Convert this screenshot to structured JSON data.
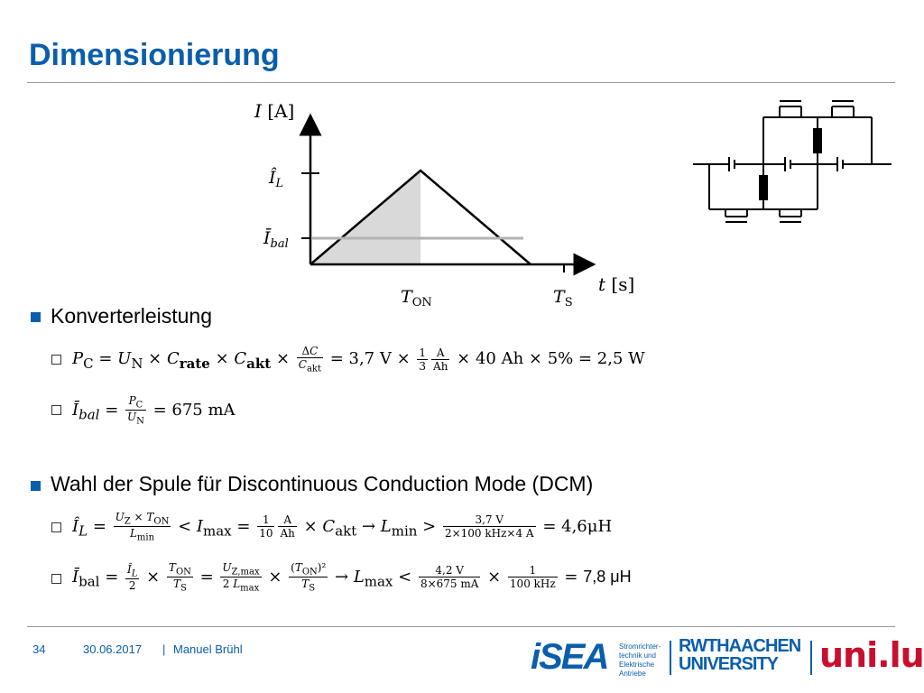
{
  "slide": {
    "title": "Dimensionierung",
    "page_number": "34",
    "date": "30.06.2017",
    "separator": "|",
    "author": "Manuel Brühl"
  },
  "diagram": {
    "y_axis_label": "I [A]",
    "x_axis_label": "t [s]",
    "il_peak_label": "Î_L",
    "ibal_label": "Ī_bal",
    "ton_label": "T_ON",
    "ts_label": "T_S",
    "colors": {
      "axis": "#000000",
      "fill": "#d9d9d9",
      "bal_line": "#b3b3b3"
    }
  },
  "sections": [
    {
      "heading": "Konverterleistung",
      "formulas": [
        "P_C = U_N × C_rate × C_akt × ΔC/C_akt = 3,7 V × 1/3 A/Ah × 40 Ah × 5% = 2,5 W",
        "Ī_bal = P_C/U_N = 675 mA"
      ]
    },
    {
      "heading": "Wahl der Spule für Discontinuous Conduction Mode (DCM)",
      "formulas": [
        "Î_L = U_Z × T_ON / L_min < I_max = 1/10 A/Ah × C_akt → L_min > 3,7 V / (2×100 kHz×4 A) = 4,6μH",
        "Ī_bal = Î_L/2 × T_ON/T_S = U_Z,max / 2 L_max × (T_ON)²/T_S → L_max < 4,2 V / 8×675 mA × 1 / 100 kHz = 7,8 μH"
      ]
    }
  ],
  "logos": {
    "isea": "iSEA",
    "isea_sub": "Stromrichter-technik und Elektrische Antriebe",
    "rwth_line1": "RWTHAACHEN",
    "rwth_line2": "UNIVERSITY",
    "unilu": "uni.lu"
  },
  "icons": [
    "circuit-schematic-icon"
  ]
}
